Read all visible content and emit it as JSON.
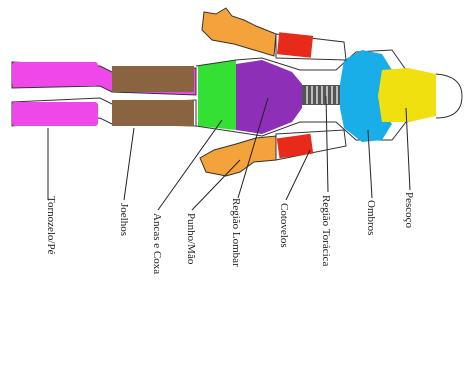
{
  "labels": {
    "tornozelo_pe": "Tornozelo/Pé",
    "joelhos": "Joelhos",
    "ancas_coxa": "Ancas e Coxa",
    "punho_mao": "Punho/Mão",
    "regiao_lombar": "Região Lombar",
    "cotovelos": "Cotovelos",
    "regiao_toracica": "Região Torácica",
    "ombros": "Ombros",
    "pescoco": "Pescoço"
  },
  "colors": {
    "outline": "#333333",
    "feet": "#f048e8",
    "knees": "#8a6440",
    "hips": "#33e033",
    "lumbar": "#8e2fb8",
    "thoracic": "#555555",
    "shoulders": "#1aaee8",
    "neck": "#f0e010",
    "elbows": "#e82a1a",
    "hands": "#f4a23c"
  }
}
